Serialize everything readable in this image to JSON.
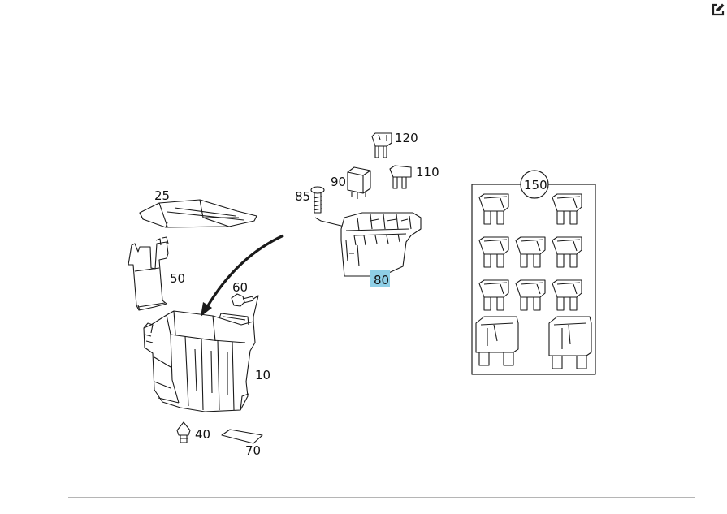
{
  "toolbar": {
    "edit_icon": "edit-icon"
  },
  "diagram": {
    "highlight_color": "#8ecfe6",
    "callouts": {
      "c10": "10",
      "c25": "25",
      "c40": "40",
      "c50": "50",
      "c60": "60",
      "c70": "70",
      "c80": "80",
      "c85": "85",
      "c90": "90",
      "c110": "110",
      "c120": "120",
      "c150": "150"
    }
  }
}
